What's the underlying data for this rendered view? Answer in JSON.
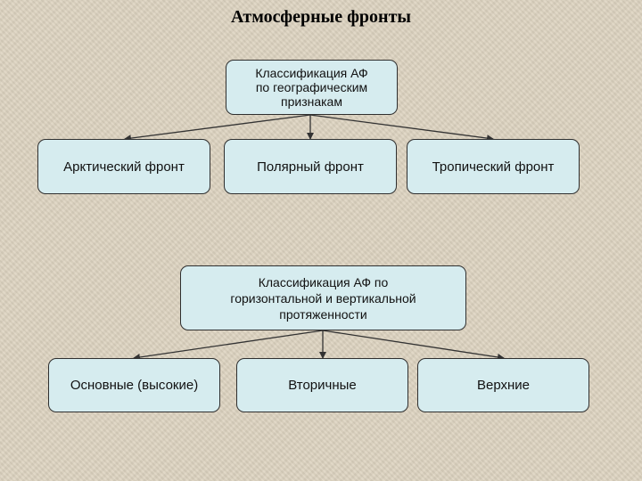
{
  "title": "Атмосферные фронты",
  "colors": {
    "node_fill": "#d6ecef",
    "node_border": "#2f2f2f",
    "background": "#ddd3c0"
  },
  "diagram": {
    "geo": {
      "root": "Классификация АФ\nпо географическим\nпризнакам",
      "children": [
        "Арктический фронт",
        "Полярный фронт",
        "Тропический фронт"
      ]
    },
    "extent": {
      "root": "Классификация АФ по\nгоризонтальной и вертикальной\nпротяженности",
      "children": [
        "Основные (высокие)",
        "Вторичные",
        "Верхние"
      ]
    }
  }
}
